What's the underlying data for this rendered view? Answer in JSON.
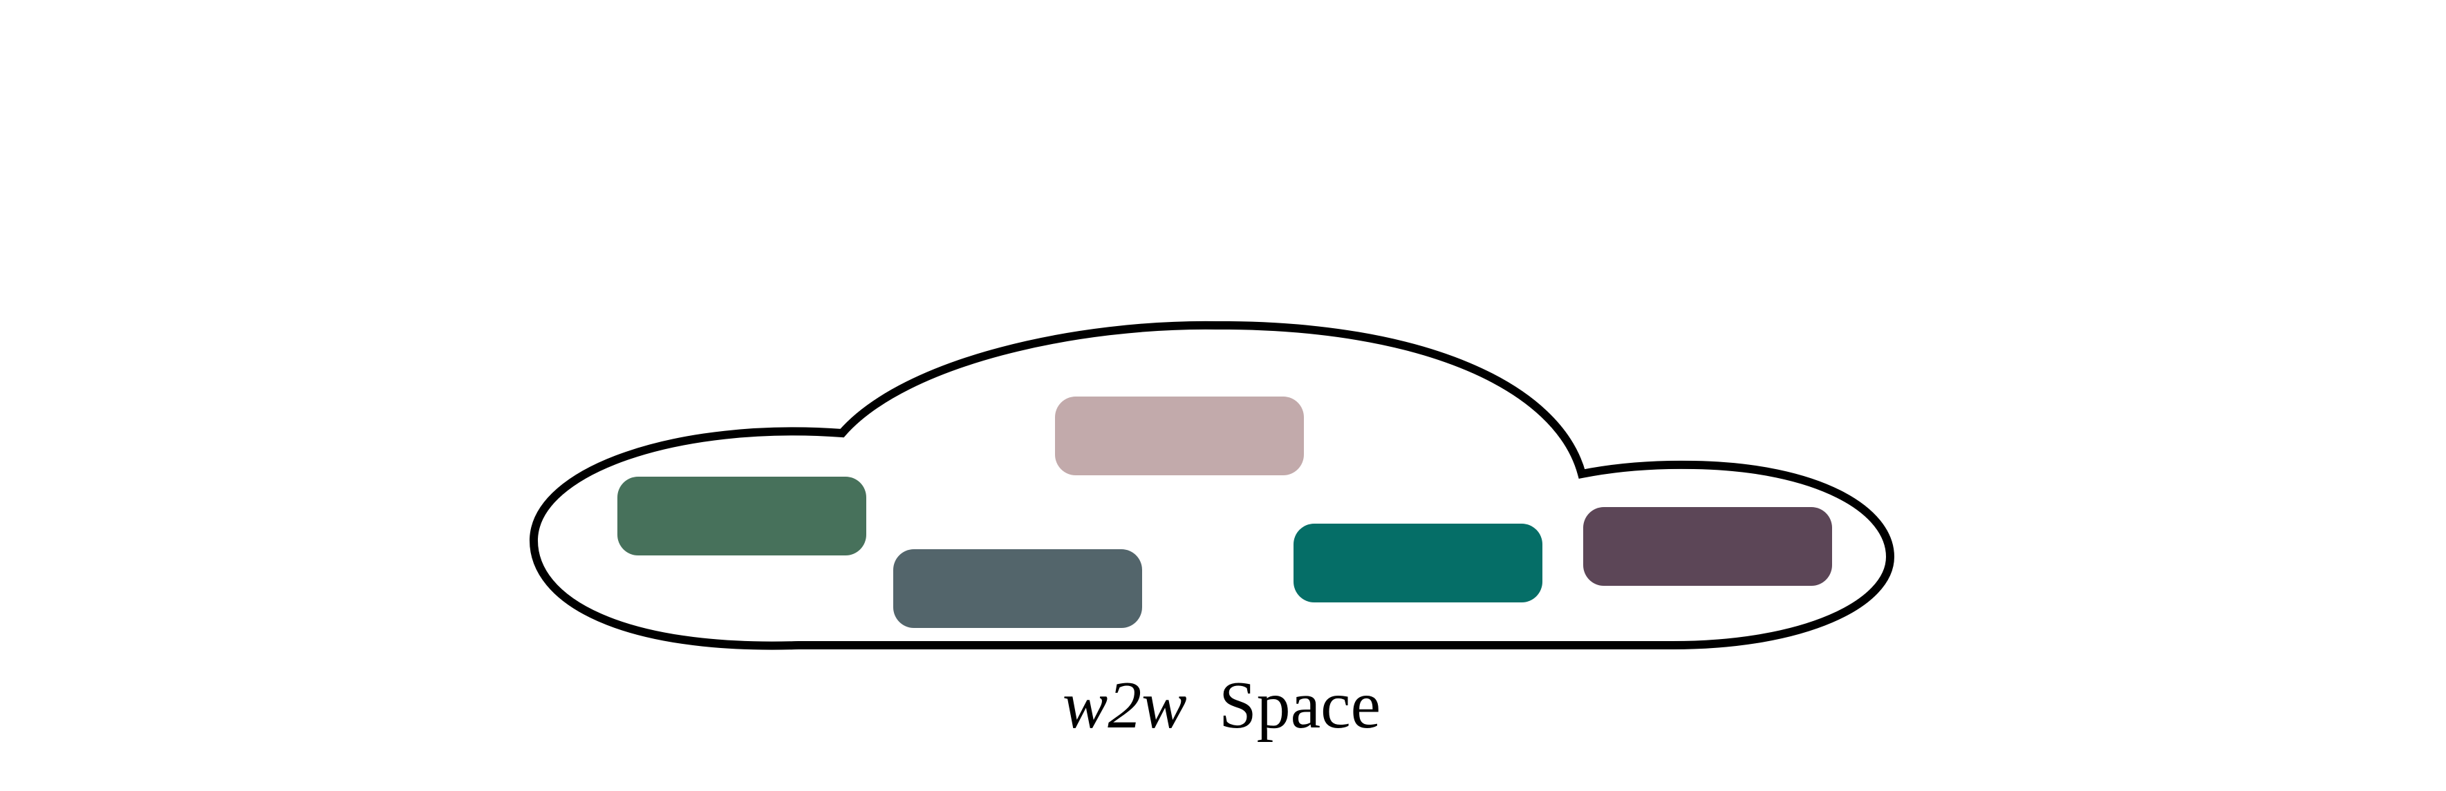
{
  "diagram": {
    "caption": {
      "prefix": "w2w",
      "suffix": "Space"
    },
    "cloud": {
      "stroke_color": "#000000",
      "fill_color": "#ffffff"
    },
    "blocks": [
      {
        "id": "block-green",
        "color": "#47715b"
      },
      {
        "id": "block-slate",
        "color": "#53656b"
      },
      {
        "id": "block-pink",
        "color": "#c2aaab"
      },
      {
        "id": "block-teal",
        "color": "#056e67"
      },
      {
        "id": "block-plum",
        "color": "#5c4657"
      }
    ]
  }
}
